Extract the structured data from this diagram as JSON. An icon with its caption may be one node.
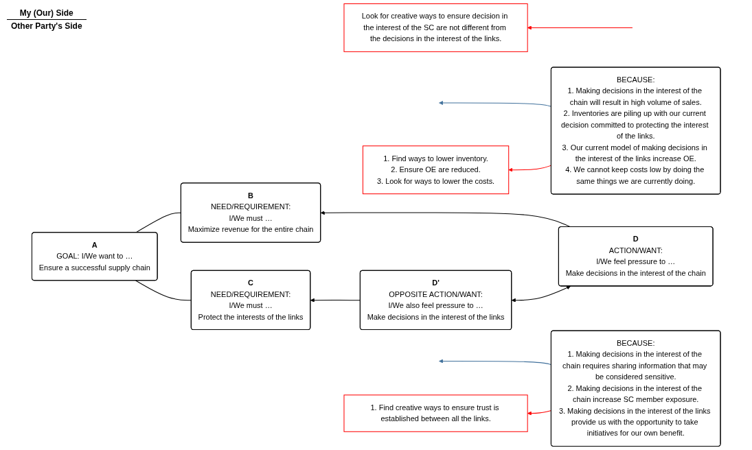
{
  "diagram": {
    "nodes": [
      {
        "text": [
          "A",
          "GOAL: I/We want to …",
          "Ensure a successful supply chain"
        ]
      },
      {
        "text": [
          "B",
          "NEED/REQUIREMENT:",
          "I/We must …",
          "Maximize revenue for the entire chain"
        ]
      },
      {
        "text": [
          "C",
          "NEED/REQUIREMENT:",
          "I/We must …",
          "Protect the interests of the links"
        ]
      },
      {
        "text": [
          "D",
          "ACTION/WANT:",
          "I/We feel pressure to …",
          "Make decisions in the interest of the chain"
        ]
      },
      {
        "text": [
          "D'",
          "OPPOSITE ACTION/WANT:",
          "I/We also feel pressure to …",
          "Make decisions in the interest of the links"
        ]
      },
      {
        "text": [
          "BECAUSE:",
          "1. Making decisions in the interest of the chain will result in high volume of sales.",
          "2. Inventories are piling up with our current decision committed to protecting the interest of the links.",
          "3. Our current model of making decisions in the interest of the links increase OE.",
          "4. We cannot keep costs low by doing the same things we are currently doing."
        ]
      },
      {
        "text": [
          "1. Find ways to lower inventory.",
          "2. Ensure OE are reduced.",
          "3. Look for ways to lower the costs."
        ]
      },
      {
        "text": [
          "Look for creative ways to ensure decision in the interest of the SC are not different from the decisions in the interest of the links."
        ]
      },
      {
        "text": [
          "BECAUSE:",
          "1. Making decisions in the interest of the chain requires sharing information that may be considered sensitive.",
          "2. Making decisions in the interest of the chain increase SC member exposure.",
          "3. Making decisions in the interest of the links provide us with the opportunity to take initiatives for our own benefit."
        ]
      },
      {
        "text": [
          "1. Find creative ways to ensure trust is established between all the links."
        ]
      }
    ],
    "edges": [
      {
        "from": 0,
        "to": 1,
        "arrow": "none"
      },
      {
        "from": 0,
        "to": 2,
        "arrow": "none"
      },
      {
        "from": 3,
        "to": 1,
        "arrow": "to"
      },
      {
        "from": 4,
        "to": 2,
        "arrow": "to"
      },
      {
        "from": 3,
        "to": 4,
        "arrow": "both"
      },
      {
        "from": 5,
        "to": null,
        "arrow": "to",
        "color": "#41719c"
      },
      {
        "from": 5,
        "to": 6,
        "arrow": "to",
        "color": "#ff0000"
      },
      {
        "from": null,
        "to": 7,
        "arrow": "to",
        "color": "#ff0000"
      },
      {
        "from": 8,
        "to": null,
        "arrow": "to",
        "color": "#41719c"
      },
      {
        "from": 8,
        "to": 9,
        "arrow": "to",
        "color": "#ff0000"
      }
    ],
    "labels": [
      "My (Our) Side",
      "Other Party's Side"
    ]
  }
}
